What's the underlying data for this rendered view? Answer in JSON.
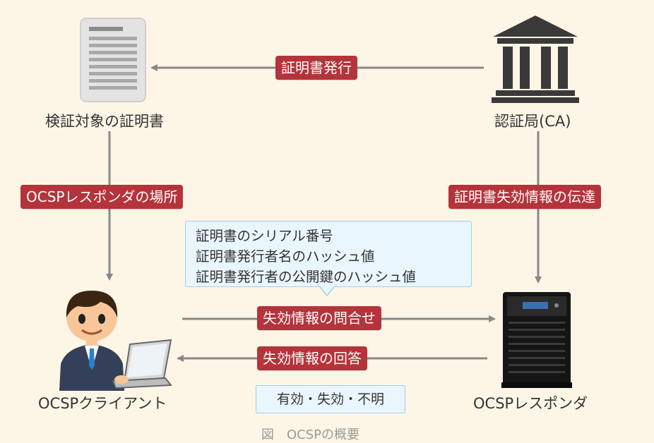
{
  "nodes": {
    "certificate": "検証対象の証明書",
    "ca": "認証局(CA)",
    "client": "OCSPクライアント",
    "responder": "OCSPレスポンダ"
  },
  "tags": {
    "issue": "証明書発行",
    "responder_location": "OCSPレスポンダの場所",
    "revocation_transfer": "証明書失効情報の伝達",
    "query": "失効情報の問合せ",
    "answer": "失効情報の回答"
  },
  "query_content": [
    "証明書のシリアル番号",
    "証明書発行者名のハッシュ値",
    "証明書発行者の公開鍵のハッシュ値"
  ],
  "answer_content": "有効・失効・不明",
  "caption": "図　OCSPの概要",
  "colors": {
    "tag_bg": "#b5333a",
    "bubble_bg": "#eaf6fd",
    "arrow": "#888888",
    "background": "#fdf6e7"
  },
  "icons": [
    "document-icon",
    "bank-building-icon",
    "person-laptop-icon",
    "server-icon"
  ]
}
